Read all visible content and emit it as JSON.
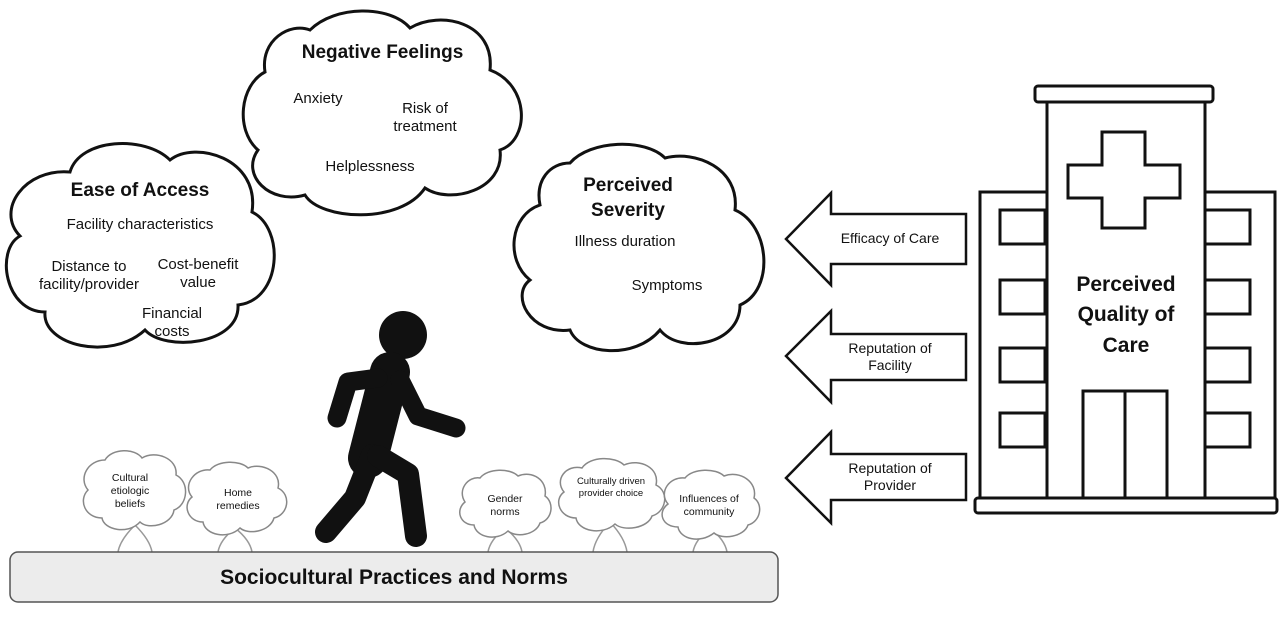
{
  "ease_of_access": {
    "title": "Ease of Access",
    "items": [
      "Facility characteristics",
      "Distance to facility/provider",
      "Cost-benefit value",
      "Financial costs"
    ]
  },
  "negative_feelings": {
    "title": "Negative Feelings",
    "items": [
      "Anxiety",
      "Risk of treatment",
      "Helplessness"
    ]
  },
  "perceived_severity": {
    "title": "Perceived Severity",
    "items": [
      "Illness duration",
      "Symptoms"
    ]
  },
  "quality_of_care": {
    "title": "Perceived Quality of Care",
    "arrows": [
      "Efficacy of Care",
      "Reputation of Facility",
      "Reputation of Provider"
    ]
  },
  "flowers": [
    "Cultural etiologic beliefs",
    "Home remedies",
    "Gender norms",
    "Culturally driven provider choice",
    "Influences of community"
  ],
  "ground_label": "Sociocultural Practices and Norms"
}
